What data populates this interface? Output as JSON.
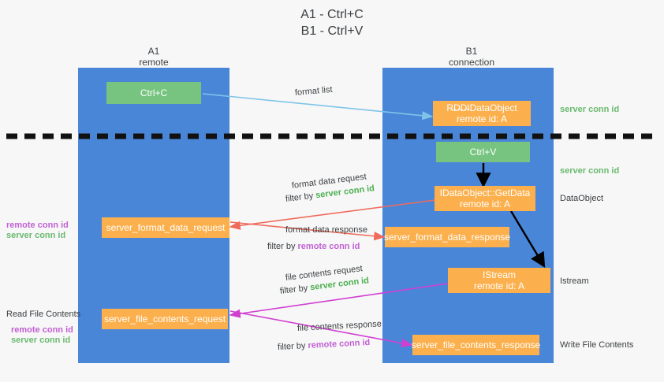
{
  "title": {
    "line1": "A1 - Ctrl+C",
    "line2": "B1 - Ctrl+V"
  },
  "lanes": [
    {
      "name": "A1",
      "sub": "remote"
    },
    {
      "name": "B1",
      "sub": "connection"
    }
  ],
  "boxes": {
    "ctrl_c": "Ctrl+C",
    "ctrl_v": "Ctrl+V",
    "idataobject_top_line1": "R̶D̶D̶IDataObject",
    "idataobject_top_line2": "remote id: A",
    "getdata_line1": "IDataObject::GetData",
    "getdata_line2": "remote id: A",
    "istream_line1": "IStream",
    "istream_line2": "remote id: A",
    "server_format_data_request": "server_format_data_request",
    "server_format_data_response": "server_format_data_response",
    "server_file_contents_request": "server_file_contents_request",
    "server_file_contents_response": "server_file_contents_response"
  },
  "annotations": {
    "format_list": "format list",
    "format_data_request": "format data request",
    "filter_by_server_prefix": "filter by ",
    "server_conn_id": "server conn id",
    "format_data_response": "format data response",
    "filter_by_remote_prefix": "filter by ",
    "remote_conn_id": "remote conn id",
    "file_contents_request": "file contents request",
    "file_contents_response": "file contents response"
  },
  "right_labels": {
    "server_conn_id_top": "server conn id",
    "server_conn_id_mid": "server conn id",
    "dataobject": "DataObject",
    "istream": "Istream",
    "write_file_contents": "Write File Contents"
  },
  "left_labels": {
    "remote_conn_id_1": "remote conn id",
    "server_conn_id_1": "server conn id",
    "read_file_contents": "Read File Contents",
    "remote_conn_id_2": "remote conn id",
    "server_conn_id_2": "server conn id"
  },
  "colors": {
    "lane": "#4a86d8",
    "green_box": "#76c47f",
    "orange_box": "#fbb04d",
    "arrow_blue": "#7fc4e8",
    "arrow_red": "#ef6a5a",
    "arrow_magenta": "#d13fd1",
    "arrow_black": "#000000",
    "divider": "#111111",
    "text_green": "#6aba6f",
    "text_purple": "#c25fd4"
  }
}
